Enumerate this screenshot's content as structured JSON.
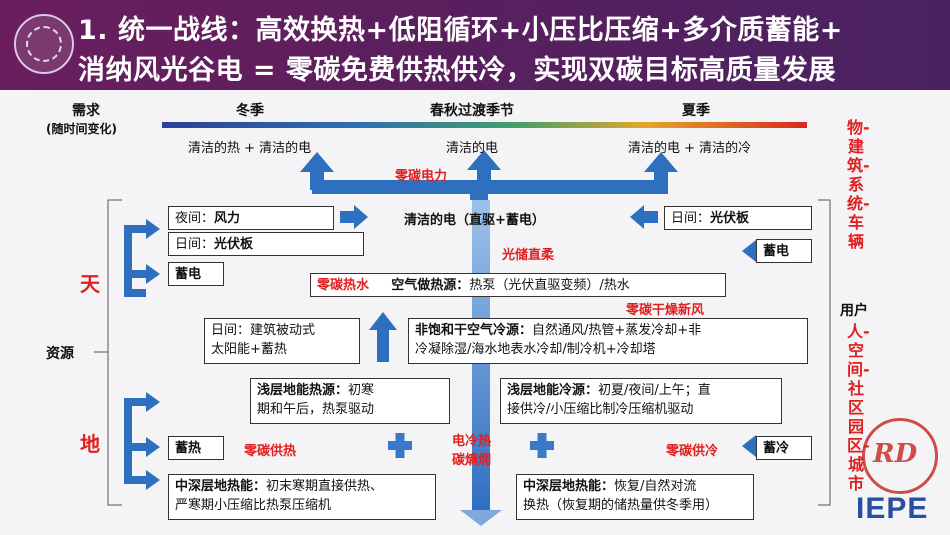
{
  "header": {
    "line1": "1. 统一战线：高效换热+低阻循环+小压比压缩+多介质蓄能+",
    "line2": "消纳风光谷电 = 零碳免费供热供冷，实现双碳目标高质量发展"
  },
  "demand": {
    "label": "需求",
    "sublabel": "(随时间变化)",
    "winter": "冬季",
    "transition": "春秋过渡季节",
    "summer": "夏季",
    "winter_need": "清洁的热 + 清洁的电",
    "transition_need": "清洁的电",
    "summer_need": "清洁的电 + 清洁的冷",
    "zero_carbon_power": "零碳电力"
  },
  "resources": {
    "label": "资源",
    "sky": "天",
    "ground": "地"
  },
  "sky_boxes": {
    "night_wind_prefix": "夜间：",
    "night_wind": "风力",
    "day_pv_prefix": "日间：",
    "day_pv": "光伏板",
    "storage_left": "蓄电",
    "center_power": "清洁的电（直驱+蓄电）",
    "day_pv_right_prefix": "日间：",
    "day_pv_right": "光伏板",
    "storage_right": "蓄电",
    "pv_dc": "光储直柔",
    "zero_water": "零碳热水",
    "air_source_label": "空气做热源：",
    "air_source_text": "热泵（光伏直驱变频）/热水",
    "zero_dry_wind": "零碳干燥新风",
    "passive_line1": "日间：建筑被动式",
    "passive_line2": "太阳能+蓄热",
    "unsat_label": "非饱和干空气冷源：",
    "unsat_line1": "自然通风/热管+蒸发冷却+非",
    "unsat_line2": "冷凝除湿/海水地表水冷却/制冷机+冷却塔"
  },
  "ground_boxes": {
    "shallow_heat_label": "浅层地能热源：",
    "shallow_heat_line1": "初寒",
    "shallow_heat_line2": "期和午后，热泵驱动",
    "shallow_cool_label": "浅层地能冷源：",
    "shallow_cool_line1": "初夏/夜间/上午；直",
    "shallow_cool_line2": "接供冷/小压缩比制冷压缩机驱动",
    "heat_storage": "蓄热",
    "zero_heat": "零碳供热",
    "center_line1": "电冷热",
    "center_line2": "碳熵㶲",
    "zero_cool": "零碳供冷",
    "cold_storage": "蓄冷",
    "deep_heat_label": "中深层地热能：",
    "deep_heat_line1": "初末寒期直接供热、",
    "deep_heat_line2": "严寒期小压缩比热泵压缩机",
    "deep_cool_label": "中深层地热能：",
    "deep_cool_line1": "恢复/自然对流",
    "deep_cool_line2": "换热（恢复期的储热量供冬季用）"
  },
  "users": {
    "label": "用户",
    "things": "物-建筑-系统-车辆",
    "people": "人-空间-社区园区-城市"
  },
  "watermark": {
    "brand": "IEPE",
    "mark": "RD"
  },
  "colors": {
    "arrow": "#2f6fc0",
    "accent_red": "#e02020",
    "header": "#5a1f5d"
  }
}
